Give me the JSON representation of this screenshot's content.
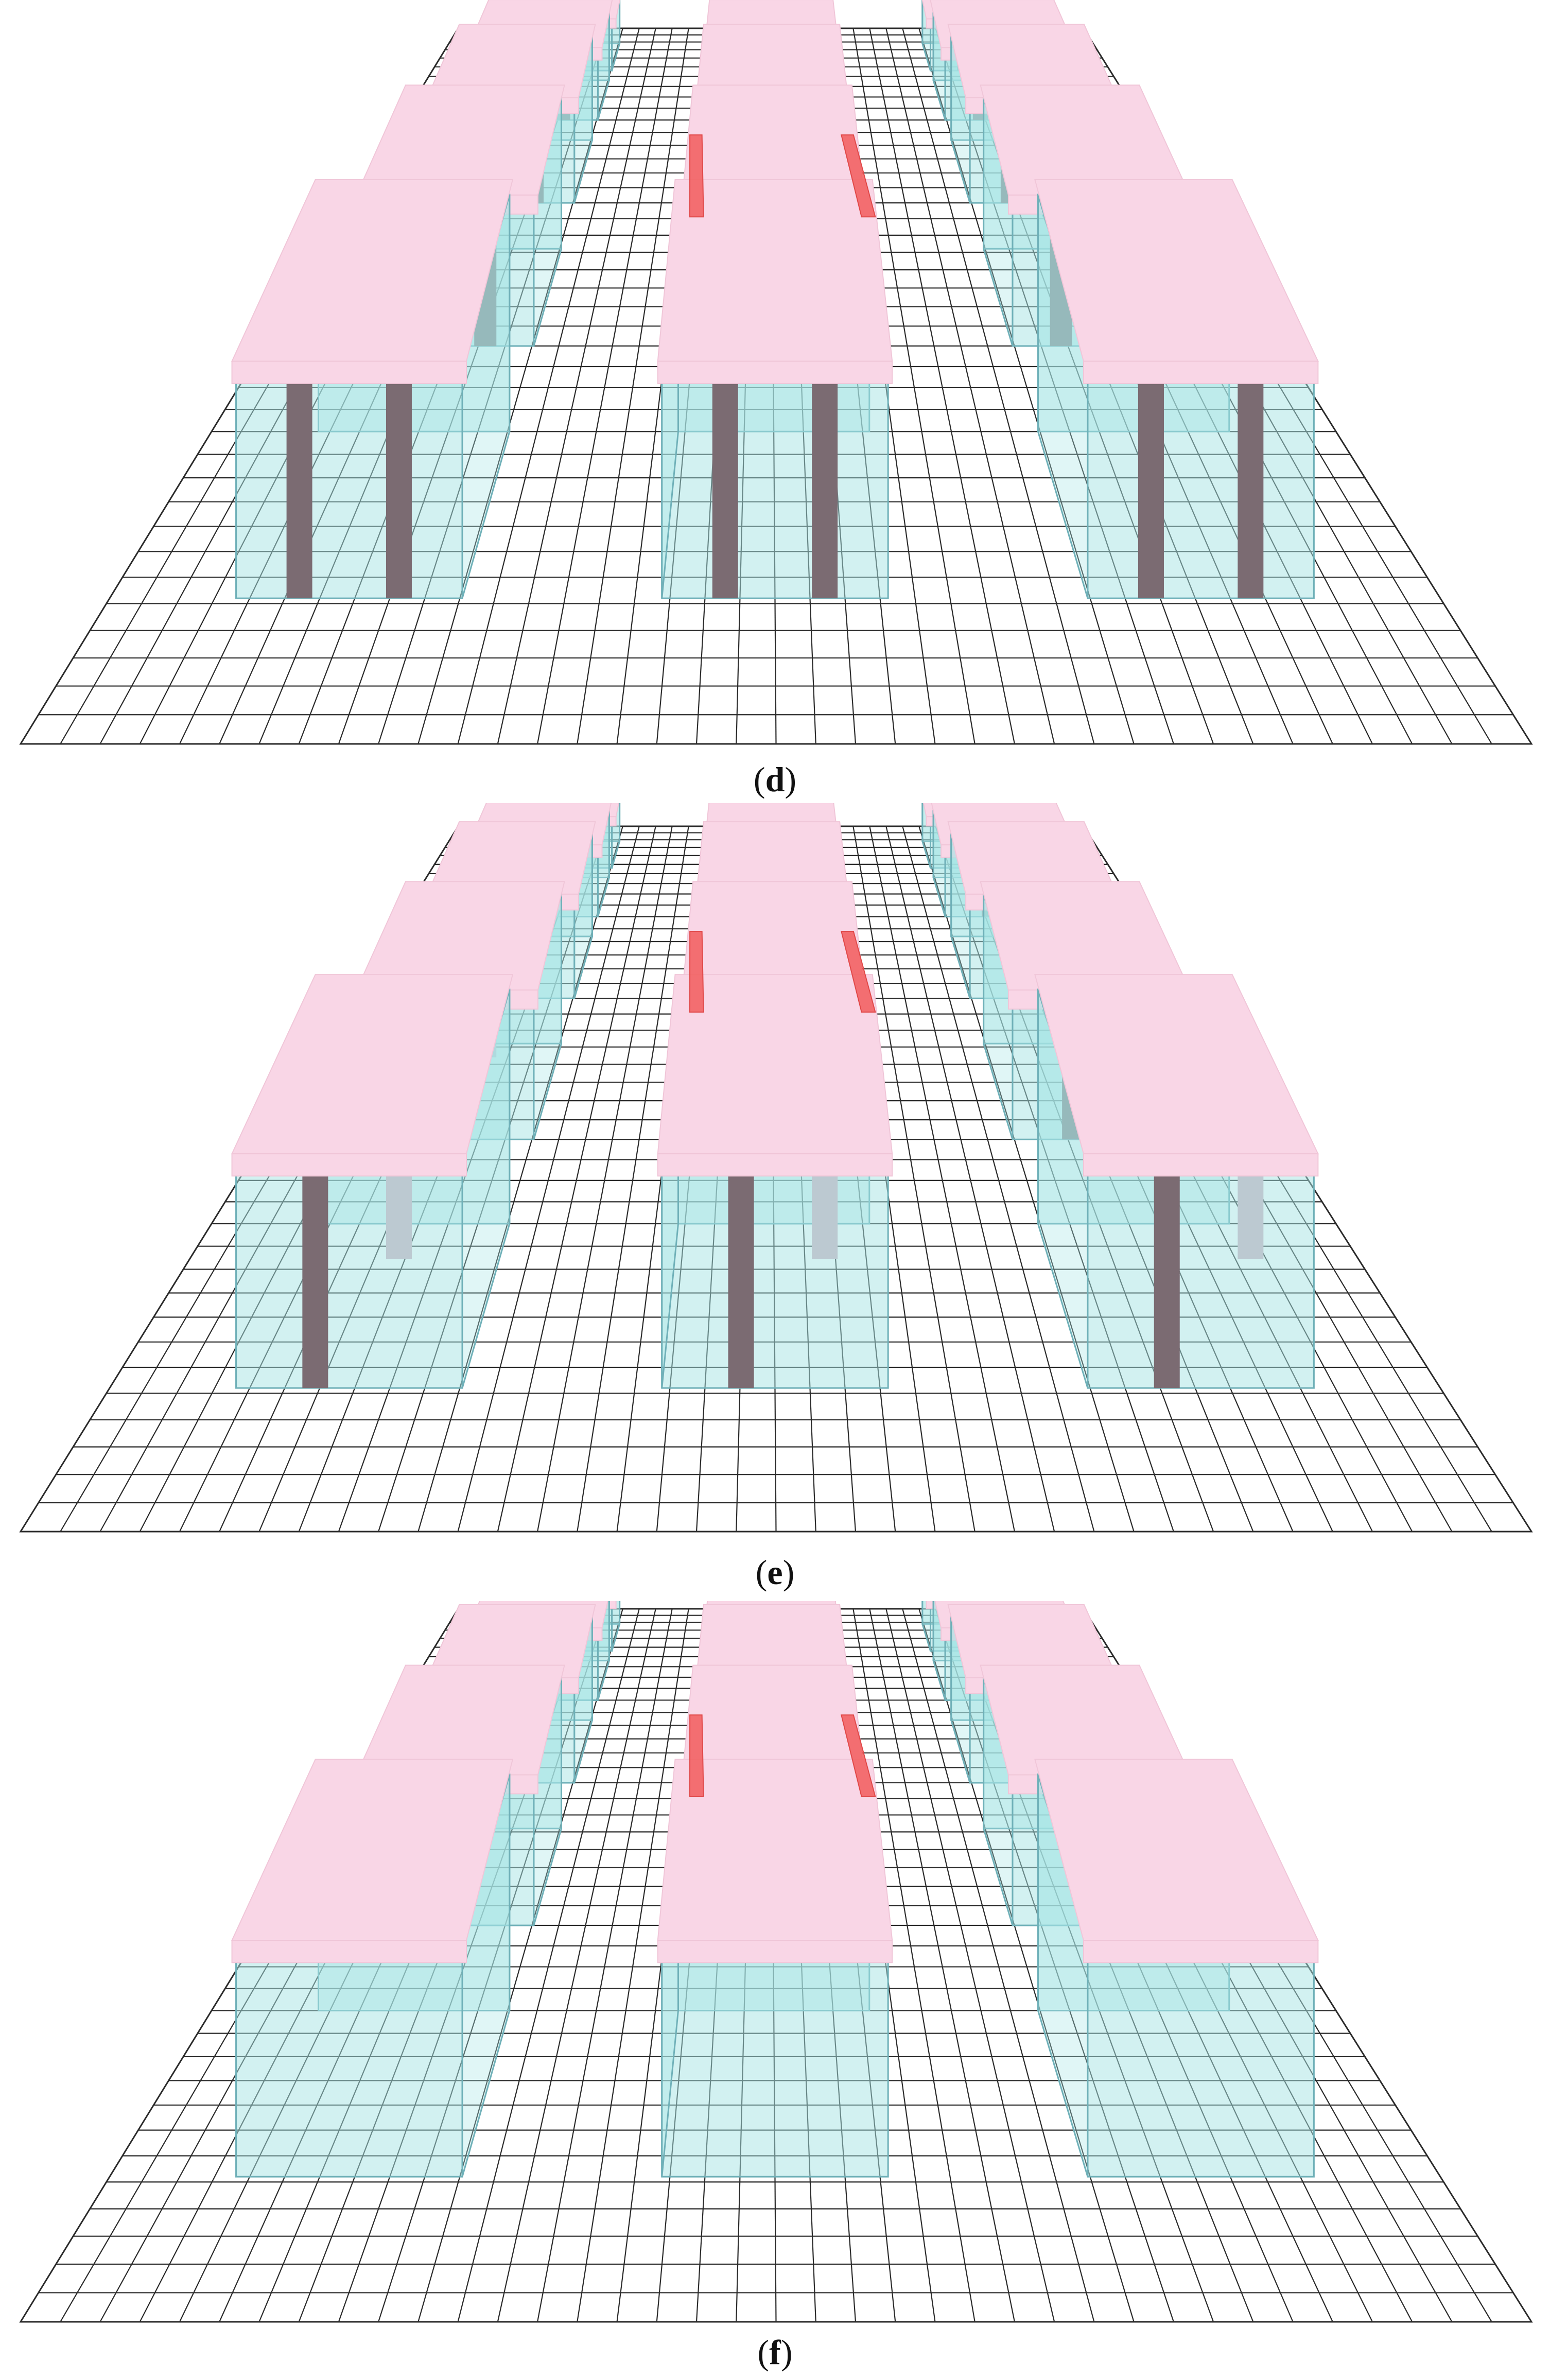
{
  "figure": {
    "colors": {
      "background": "#ffffff",
      "grid_line": "#2a2a2a",
      "roof": "#f9d6e6",
      "glass_fill": "#a6e4e4",
      "glass_edge": "#6fb0b8",
      "column": "#7b6b72",
      "column_light": "#bcc9d1",
      "highlight": "#f25c5c"
    },
    "panels": [
      {
        "id": "d",
        "caption_open": "(",
        "caption_letter": "d",
        "caption_close": ")",
        "columns": "full"
      },
      {
        "id": "e",
        "caption_open": "(",
        "caption_letter": "e",
        "caption_close": ")",
        "columns": "partial"
      },
      {
        "id": "f",
        "caption_open": "(",
        "caption_letter": "f",
        "caption_close": ")",
        "columns": "none"
      }
    ],
    "building_grid": {
      "rows": 5,
      "cols": 3
    },
    "highlighted_elements": 2
  }
}
